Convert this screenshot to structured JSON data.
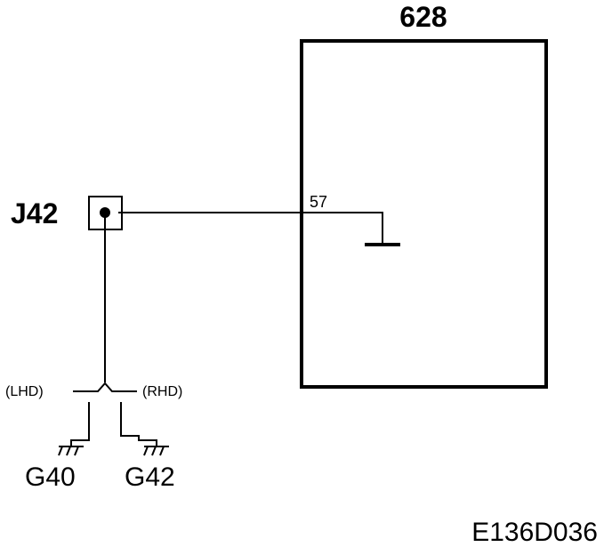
{
  "diagram": {
    "module_label": "628",
    "connector_label": "J42",
    "pin_label": "57",
    "lhd_label": "(LHD)",
    "rhd_label": "(RHD)",
    "ground_left_label": "G40",
    "ground_right_label": "G42",
    "figure_id": "E136D036"
  }
}
